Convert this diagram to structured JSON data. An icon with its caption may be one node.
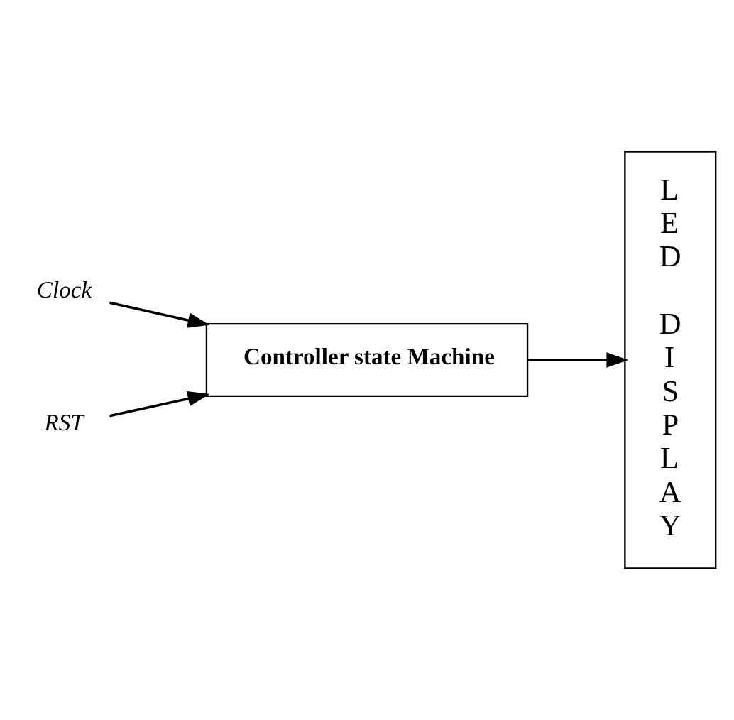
{
  "diagram": {
    "nodes": [
      {
        "text": [
          "Controller state Machine"
        ]
      },
      {
        "text": [
          "LED DISPLAY"
        ]
      },
      {
        "text": [
          "Clock"
        ]
      },
      {
        "text": [
          "RST"
        ]
      }
    ],
    "edges": [
      {
        "from": 2,
        "to": 0,
        "arrow": "to"
      },
      {
        "from": 3,
        "to": 0,
        "arrow": "to"
      },
      {
        "from": 0,
        "to": 1,
        "arrow": "to"
      }
    ]
  }
}
